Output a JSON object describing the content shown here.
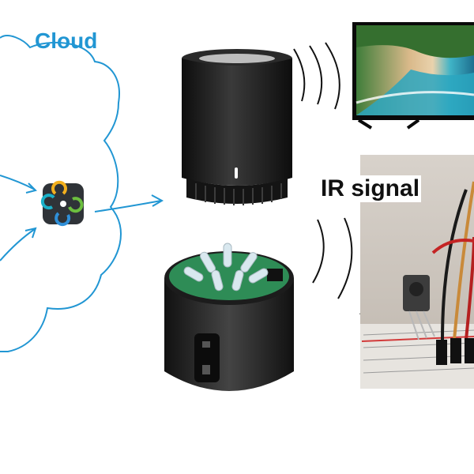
{
  "labels": {
    "cloud": "Cloud",
    "ir_signal": "IR signal"
  },
  "colors": {
    "cloud_outline": "#2196d3",
    "arrow": "#2196d3",
    "ir_waves": "#111111",
    "device_body": "#1a1a1a"
  },
  "icons": {
    "app": "smart-home-app-icon",
    "hub": "ir-hub-device",
    "tv": "television",
    "breadboard": "ir-receiver-breadboard"
  }
}
